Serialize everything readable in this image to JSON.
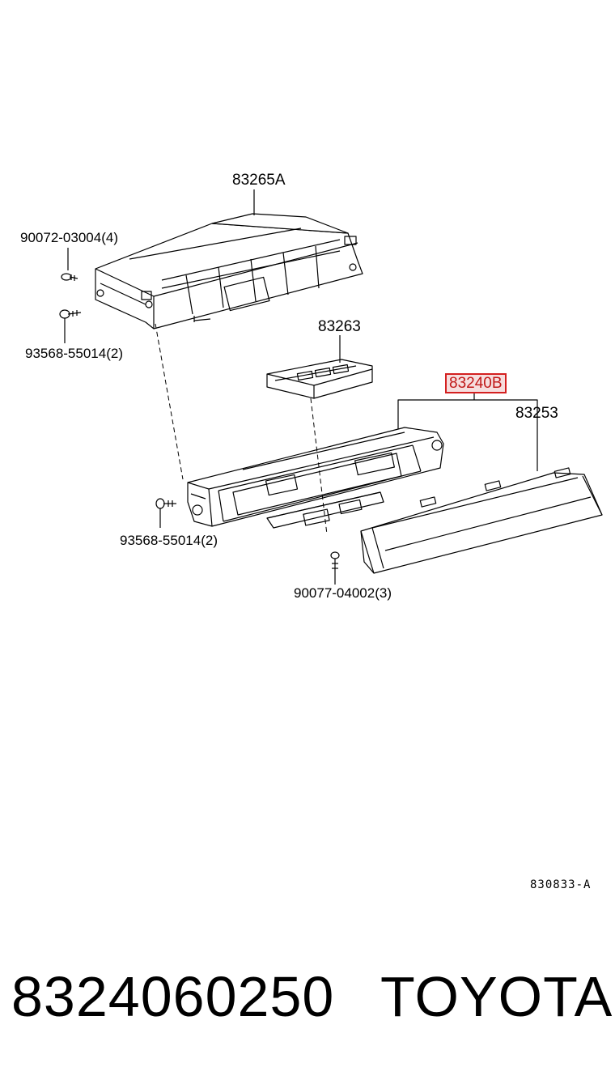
{
  "diagram": {
    "labels": {
      "bezel_rear": "83265A",
      "screw_top": "90072-03004(4)",
      "screw_left_1": "93568-55014(2)",
      "switch": "83263",
      "assembly": "83240B",
      "lens": "83253",
      "screw_left_2": "93568-55014(2)",
      "screw_bottom": "90077-04002(3)"
    },
    "ref_code": "830833-A"
  },
  "footer": {
    "part_number": "8324060250",
    "brand": "TOYOTA"
  },
  "colors": {
    "line": "#000000",
    "highlight_border": "#d42020",
    "highlight_fill": "#f6dede"
  }
}
